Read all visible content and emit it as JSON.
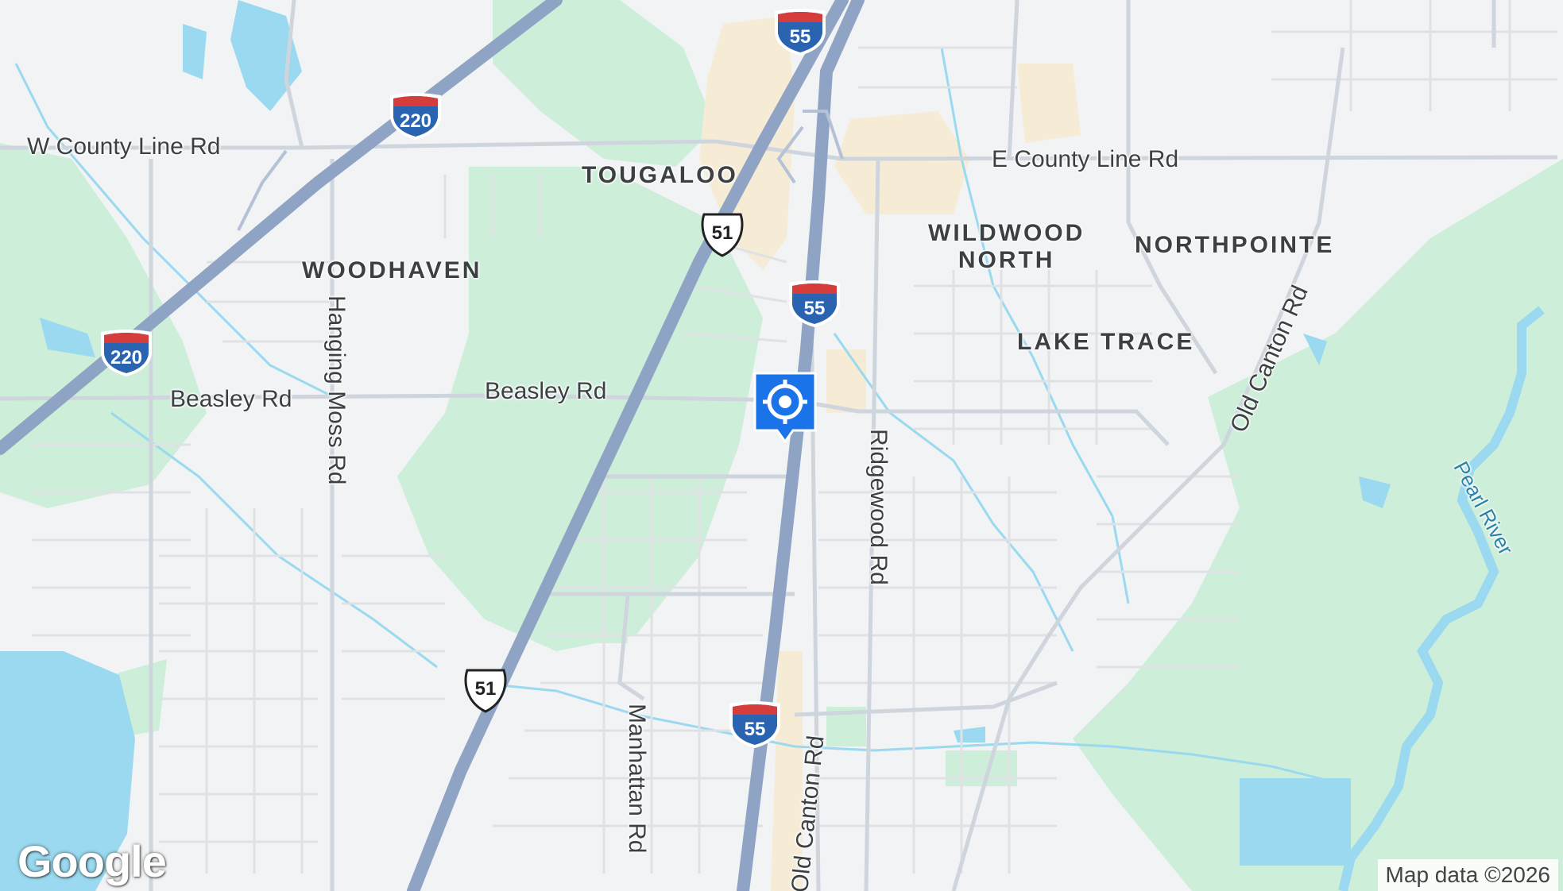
{
  "colors": {
    "land": "#f1f3f4",
    "park": "#cdeed9",
    "water": "#9ad9ef",
    "highway": "#8fa3c4",
    "urban": "#f6ecd6",
    "marker": "#1a73e8"
  },
  "roads": {
    "w_county_line": "W County Line Rd",
    "e_county_line": "E County Line Rd",
    "beasley_west": "Beasley Rd",
    "beasley_east": "Beasley Rd",
    "hanging_moss": "Hanging Moss Rd",
    "ridgewood": "Ridgewood Rd",
    "old_canton_ne": "Old Canton Rd",
    "old_canton_s": "Old Canton Rd",
    "manhattan": "Manhattan Rd"
  },
  "neighborhoods": {
    "tougaloo": "TOUGALOO",
    "woodhaven": "WOODHAVEN",
    "wildwood_north": "WILDWOOD\nNORTH",
    "northpointe": "NORTHPOINTE",
    "lake_trace": "LAKE TRACE"
  },
  "water_labels": {
    "pearl_river": "Pearl River"
  },
  "shields": {
    "i55_top": "55",
    "i55_mid": "55",
    "i55_bottom": "55",
    "i220_top": "220",
    "i220_left": "220",
    "us51_top": "51",
    "us51_bottom": "51"
  },
  "marker": {
    "icon": "target-location-icon"
  },
  "footer": {
    "logo": "Google",
    "attribution": "Map data ©2026"
  }
}
